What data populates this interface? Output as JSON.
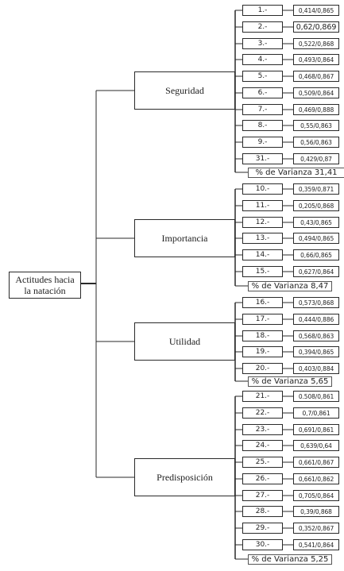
{
  "root": {
    "label": "Actitudes hacia la natación"
  },
  "factors": [
    {
      "label": "Seguridad",
      "variance": "% de Varianza 31,41",
      "items": [
        {
          "item": "1.-",
          "value": "0,414/0,865"
        },
        {
          "item": "2.-",
          "value": "0,62/0,869"
        },
        {
          "item": "3.-",
          "value": "0,522/0,868"
        },
        {
          "item": "4.-",
          "value": "0,493/0,864"
        },
        {
          "item": "5.-",
          "value": "0,468/0,867"
        },
        {
          "item": "6.-",
          "value": "0,509/0,864"
        },
        {
          "item": "7.-",
          "value": "0,469/0,888"
        },
        {
          "item": "8.-",
          "value": "0,55/0,863"
        },
        {
          "item": "9.-",
          "value": "0,56/0,863"
        },
        {
          "item": "31.-",
          "value": "0,429/0,87"
        }
      ]
    },
    {
      "label": "Importancia",
      "variance": "% de Varianza 8,47",
      "items": [
        {
          "item": "10.-",
          "value": "0,359/0,871"
        },
        {
          "item": "11.-",
          "value": "0,205/0,868"
        },
        {
          "item": "12.-",
          "value": "0,43/0,865"
        },
        {
          "item": "13.-",
          "value": "0,494/0,865"
        },
        {
          "item": "14.-",
          "value": "0,66/0,865"
        },
        {
          "item": "15.-",
          "value": "0,627/0,864"
        }
      ]
    },
    {
      "label": "Utilidad",
      "variance": "% de Varianza 5,65",
      "items": [
        {
          "item": "16.-",
          "value": "0,573/0,868"
        },
        {
          "item": "17.-",
          "value": "0,444/0,886"
        },
        {
          "item": "18.-",
          "value": "0,568/0,863"
        },
        {
          "item": "19.-",
          "value": "0,394/0,865"
        },
        {
          "item": "20.-",
          "value": "0,403/0,884"
        }
      ]
    },
    {
      "label": "Predisposición",
      "variance": "% de Varianza 5,25",
      "items": [
        {
          "item": "21.-",
          "value": "0.508/0,861"
        },
        {
          "item": "22.-",
          "value": "0,7/0,861"
        },
        {
          "item": "23.-",
          "value": "0,691/0,861"
        },
        {
          "item": "24.-",
          "value": "0,639/0,64"
        },
        {
          "item": "25.-",
          "value": "0,661/0,867"
        },
        {
          "item": "26.-",
          "value": "0,661/0,862"
        },
        {
          "item": "27.-",
          "value": "0,705/0,864"
        },
        {
          "item": "28.-",
          "value": "0,39/0,868"
        },
        {
          "item": "29.-",
          "value": "0,352/0,867"
        },
        {
          "item": "30.-",
          "value": "0,541/0,864"
        }
      ]
    }
  ]
}
